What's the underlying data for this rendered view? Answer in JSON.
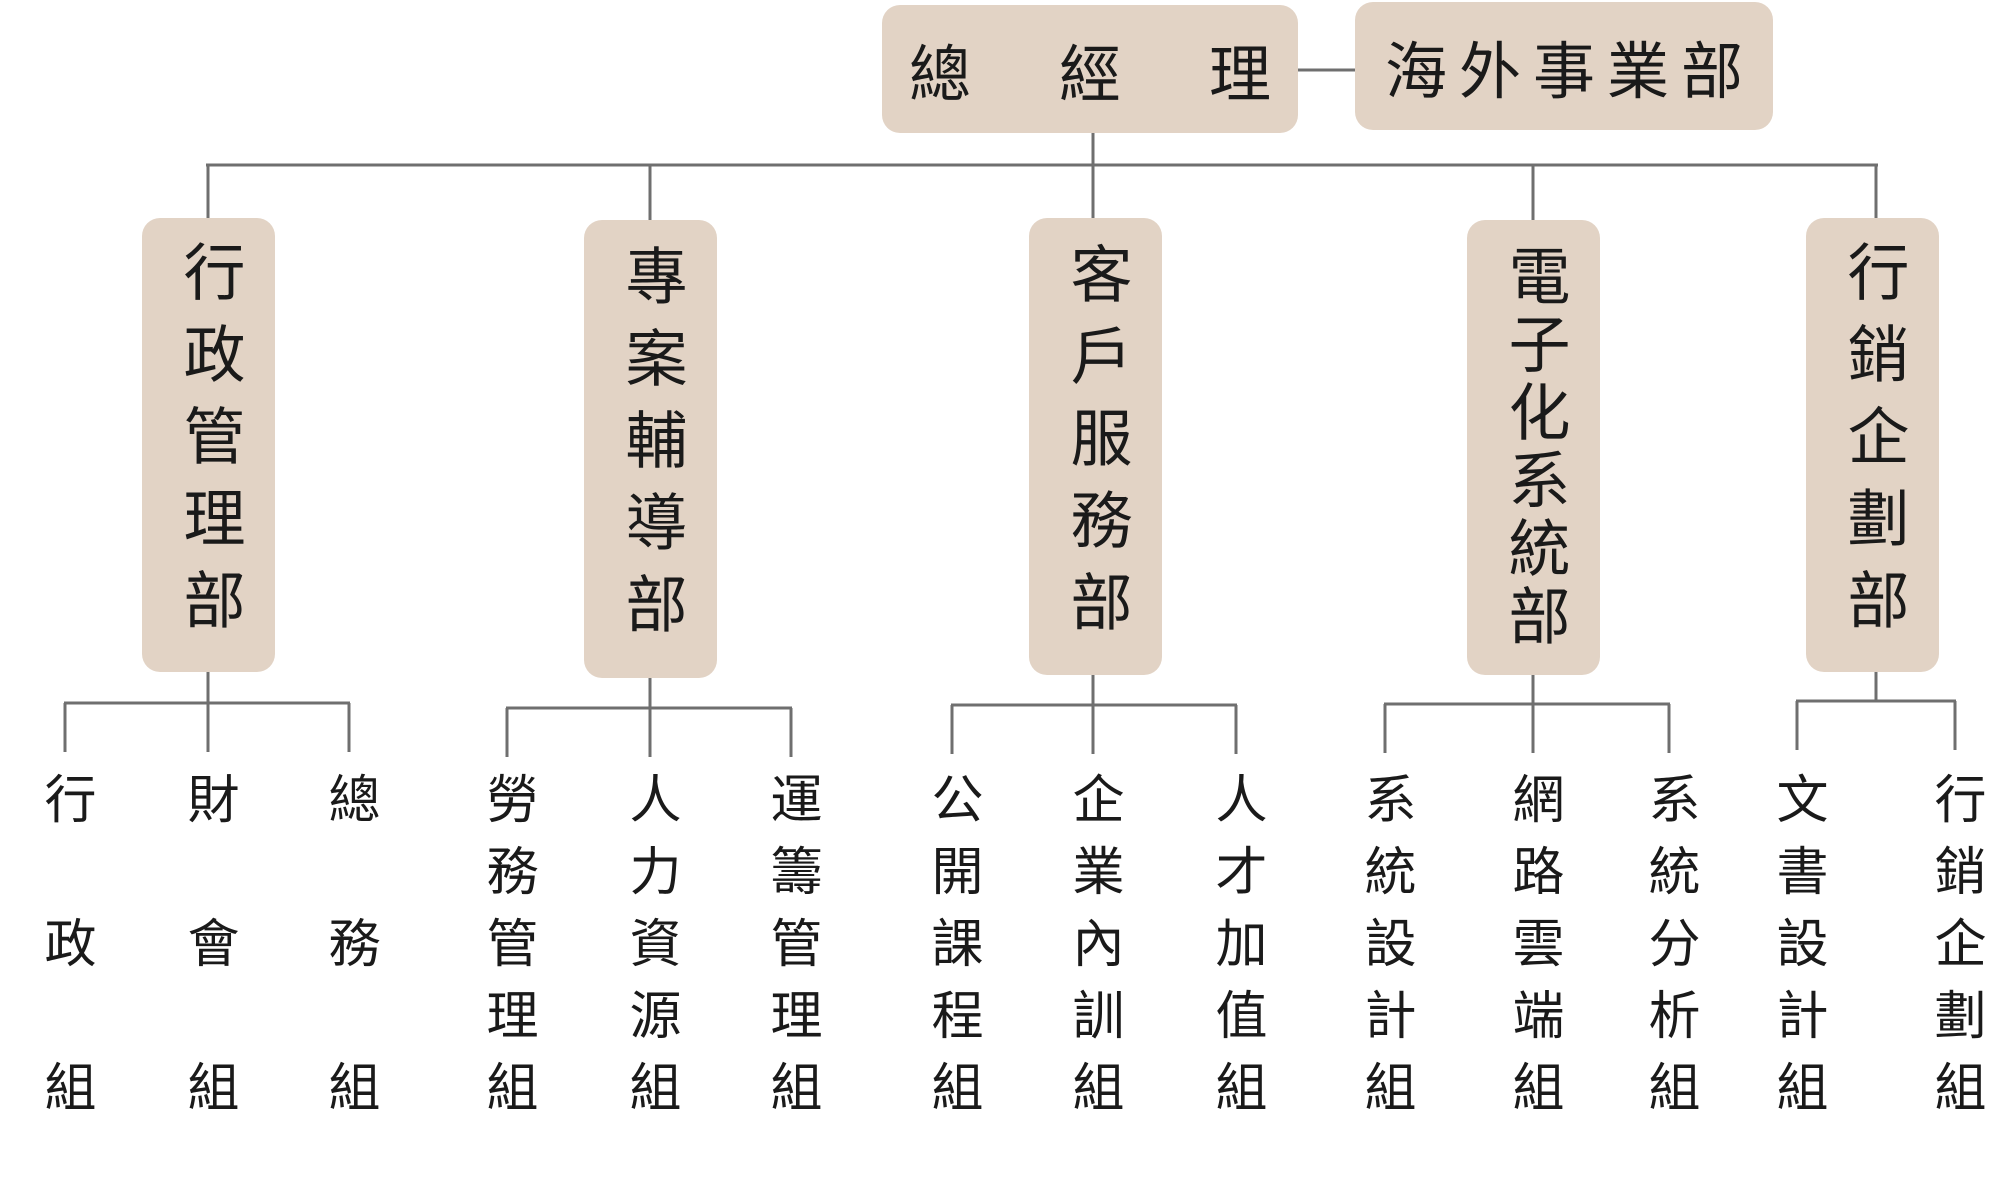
{
  "general_manager": "總經理",
  "overseas": "海外事業部",
  "departments": [
    {
      "name": "行政管理部",
      "groups": [
        "行政組",
        "財會組",
        "總務組"
      ]
    },
    {
      "name": "專案輔導部",
      "groups": [
        "勞務管理組",
        "人力資源組",
        "運籌管理組"
      ]
    },
    {
      "name": "客戶服務部",
      "groups": [
        "公開課程組",
        "企業內訓組",
        "人才加值組"
      ]
    },
    {
      "name": "電子化系統部",
      "groups": [
        "系統設計組",
        "網路雲端組",
        "系統分析組"
      ]
    },
    {
      "name": "行銷企劃部",
      "groups": [
        "文書設計組",
        "行銷企劃組"
      ]
    }
  ],
  "colors": {
    "box": "#e2d3c5",
    "line": "#6f6f6f",
    "text": "#1a1a1a"
  }
}
